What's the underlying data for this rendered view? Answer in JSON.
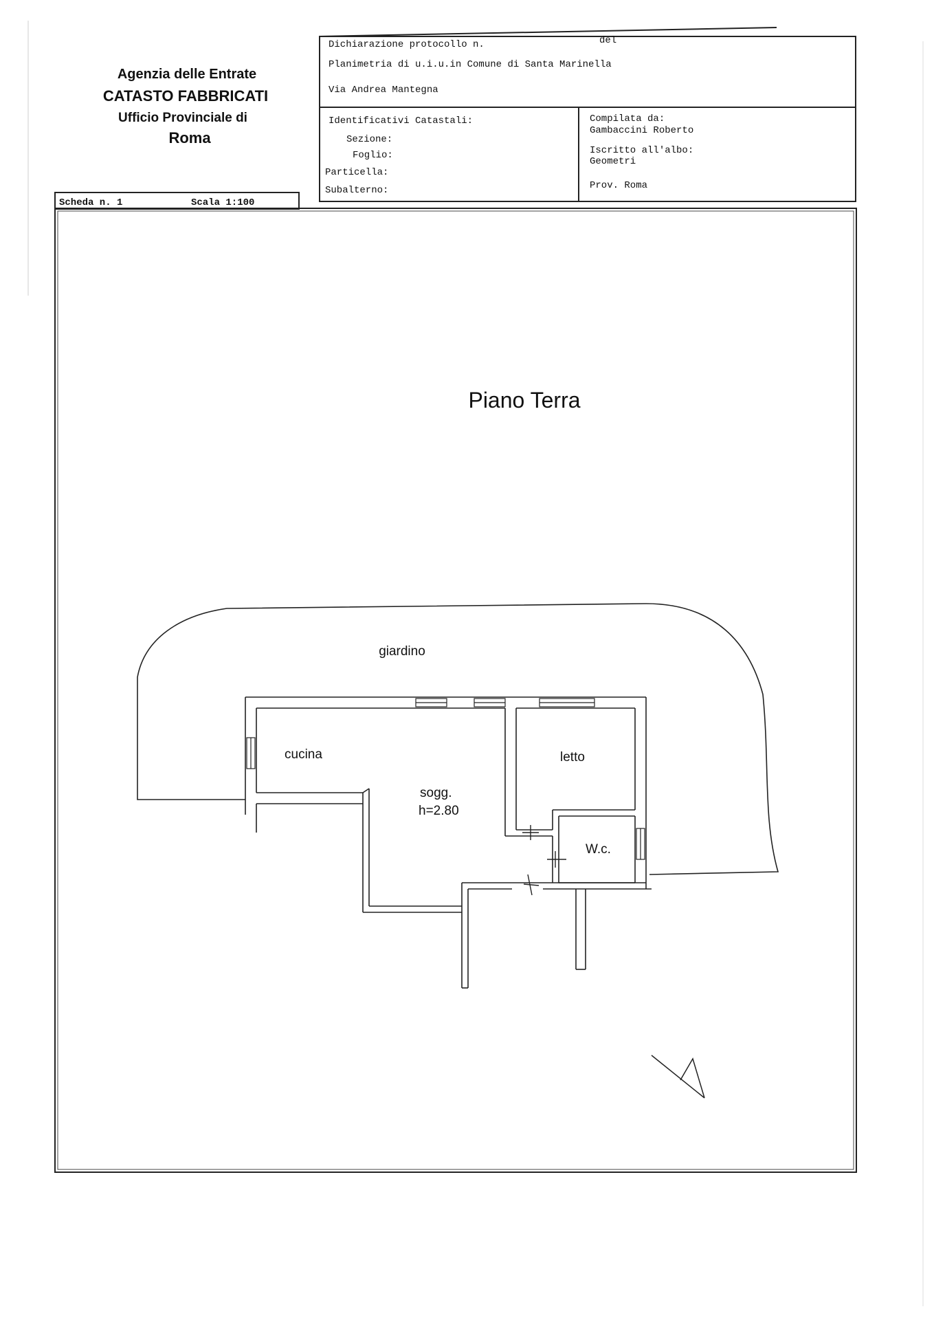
{
  "agency": {
    "line1": "Agenzia delle Entrate",
    "line2": "CATASTO FABBRICATI",
    "line3": "Ufficio Provinciale di",
    "line4": "Roma"
  },
  "declaration": {
    "protocol_label": "Dichiarazione protocollo n.",
    "del_label": "del",
    "plan_line": "Planimetria di u.i.u.in Comune di Santa Marinella",
    "address": "Via Andrea Mantegna"
  },
  "identifiers": {
    "title": "Identificativi Catastali:",
    "sezione": "Sezione:",
    "foglio": "Foglio:",
    "particella": "Particella:",
    "subalterno": "Subalterno:"
  },
  "compiler": {
    "compilata_label": "Compilata da:",
    "compilata_name": "Gambaccini Roberto",
    "iscritto_label": "Iscritto all'albo:",
    "iscritto_value": "Geometri",
    "prov": "Prov. Roma"
  },
  "scheda": {
    "scheda_label": "Scheda n. 1",
    "scala_label": "Scala 1:100"
  },
  "plan": {
    "floor_title": "Piano Terra",
    "rooms": {
      "garden": "giardino",
      "kitchen": "cucina",
      "living": "sogg.",
      "living_height": "h=2.80",
      "bedroom": "letto",
      "bathroom": "W.c."
    }
  }
}
